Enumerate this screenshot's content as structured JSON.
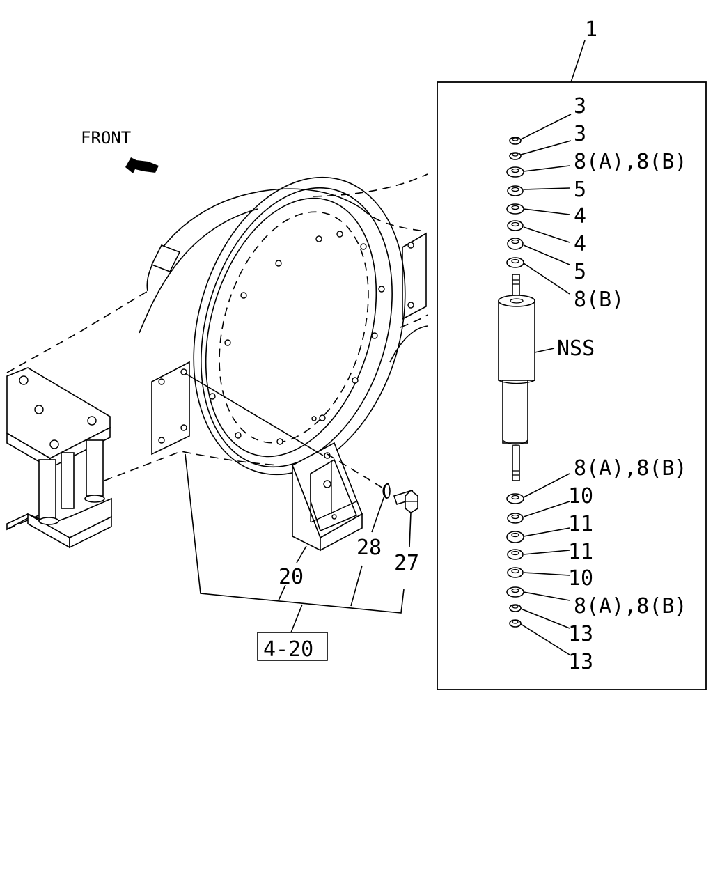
{
  "diagram": {
    "front_label": "FRONT",
    "assembly_number": "1",
    "stack_labels": [
      "3",
      "3",
      "8(A),8(B)",
      "5",
      "4",
      "4",
      "5",
      "8(B)"
    ],
    "shock_label": "NSS",
    "lower_stack_labels": [
      "8(A),8(B)",
      "10",
      "11",
      "11",
      "10",
      "8(A),8(B)",
      "13",
      "13"
    ],
    "bracket_label": "20",
    "washer_label": "28",
    "bolt_label": "27",
    "reference_box": "4-20"
  }
}
